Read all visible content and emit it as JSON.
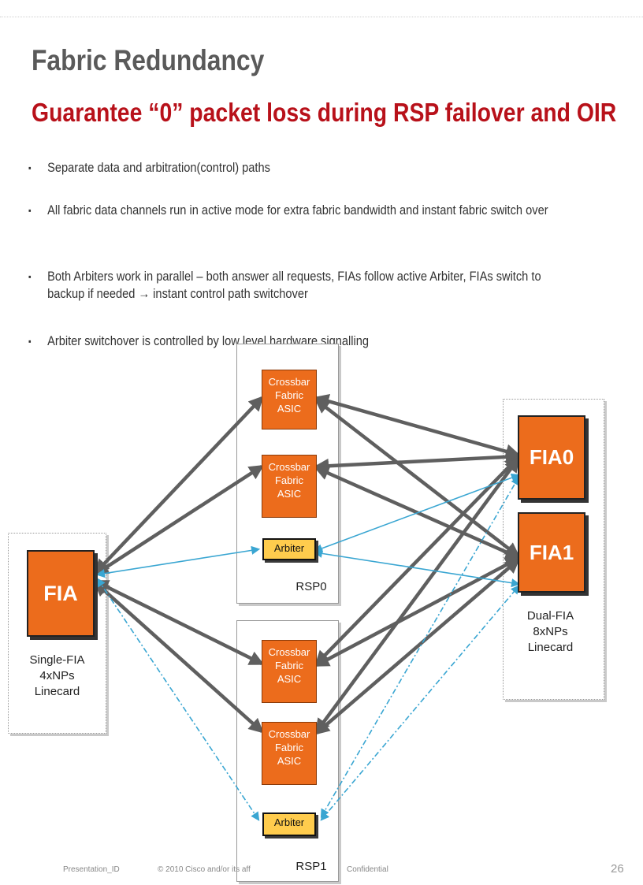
{
  "slide": {
    "title": "Fabric Redundancy",
    "subtitle": "Guarantee “0” packet loss during RSP failover and OIR",
    "bullets": [
      {
        "text": "Separate data and arbitration(control) paths"
      },
      {
        "text": "All fabric data channels run in active mode for extra fabric bandwidth and instant fabric switch over"
      },
      {
        "text": "Both Arbiters work in parallel – both answer all requests, FIAs follow active Arbiter, FIAs switch to backup if needed → instant control path switchover"
      },
      {
        "text": "Arbiter switchover is controlled by low level hardware signalling"
      }
    ],
    "bullet_marker": "▪",
    "page_number": "26",
    "footer_left": "Presentation_ID",
    "footer_copyright": "© 2010 Cisco and/or its aff",
    "footer_confidential": "Confidential"
  },
  "diagram": {
    "left_card": {
      "chip": "FIA",
      "label": [
        "Single-FIA",
        "4xNPs",
        "Linecard"
      ]
    },
    "rsp0": {
      "label": "RSP0",
      "asics": [
        "Crossbar\nFabric\nASIC",
        "Crossbar\nFabric\nASIC"
      ],
      "arbiter": "Arbiter"
    },
    "rsp1": {
      "label": "RSP1",
      "asics": [
        "Crossbar\nFabric\nASIC",
        "Crossbar\nFabric\nASIC"
      ],
      "arbiter": "Arbiter"
    },
    "right_card": {
      "chips": [
        "FIA0",
        "FIA1"
      ],
      "label": [
        "Dual-FIA",
        "8xNPs",
        "Linecard"
      ]
    },
    "colors": {
      "asic": "#ec6c1c",
      "arbiter": "#ffcc4d",
      "data_link": "#5f5f5f",
      "control_link": "#3aa6d2",
      "title": "#5a5a5a",
      "subtitle": "#b8111a"
    }
  }
}
